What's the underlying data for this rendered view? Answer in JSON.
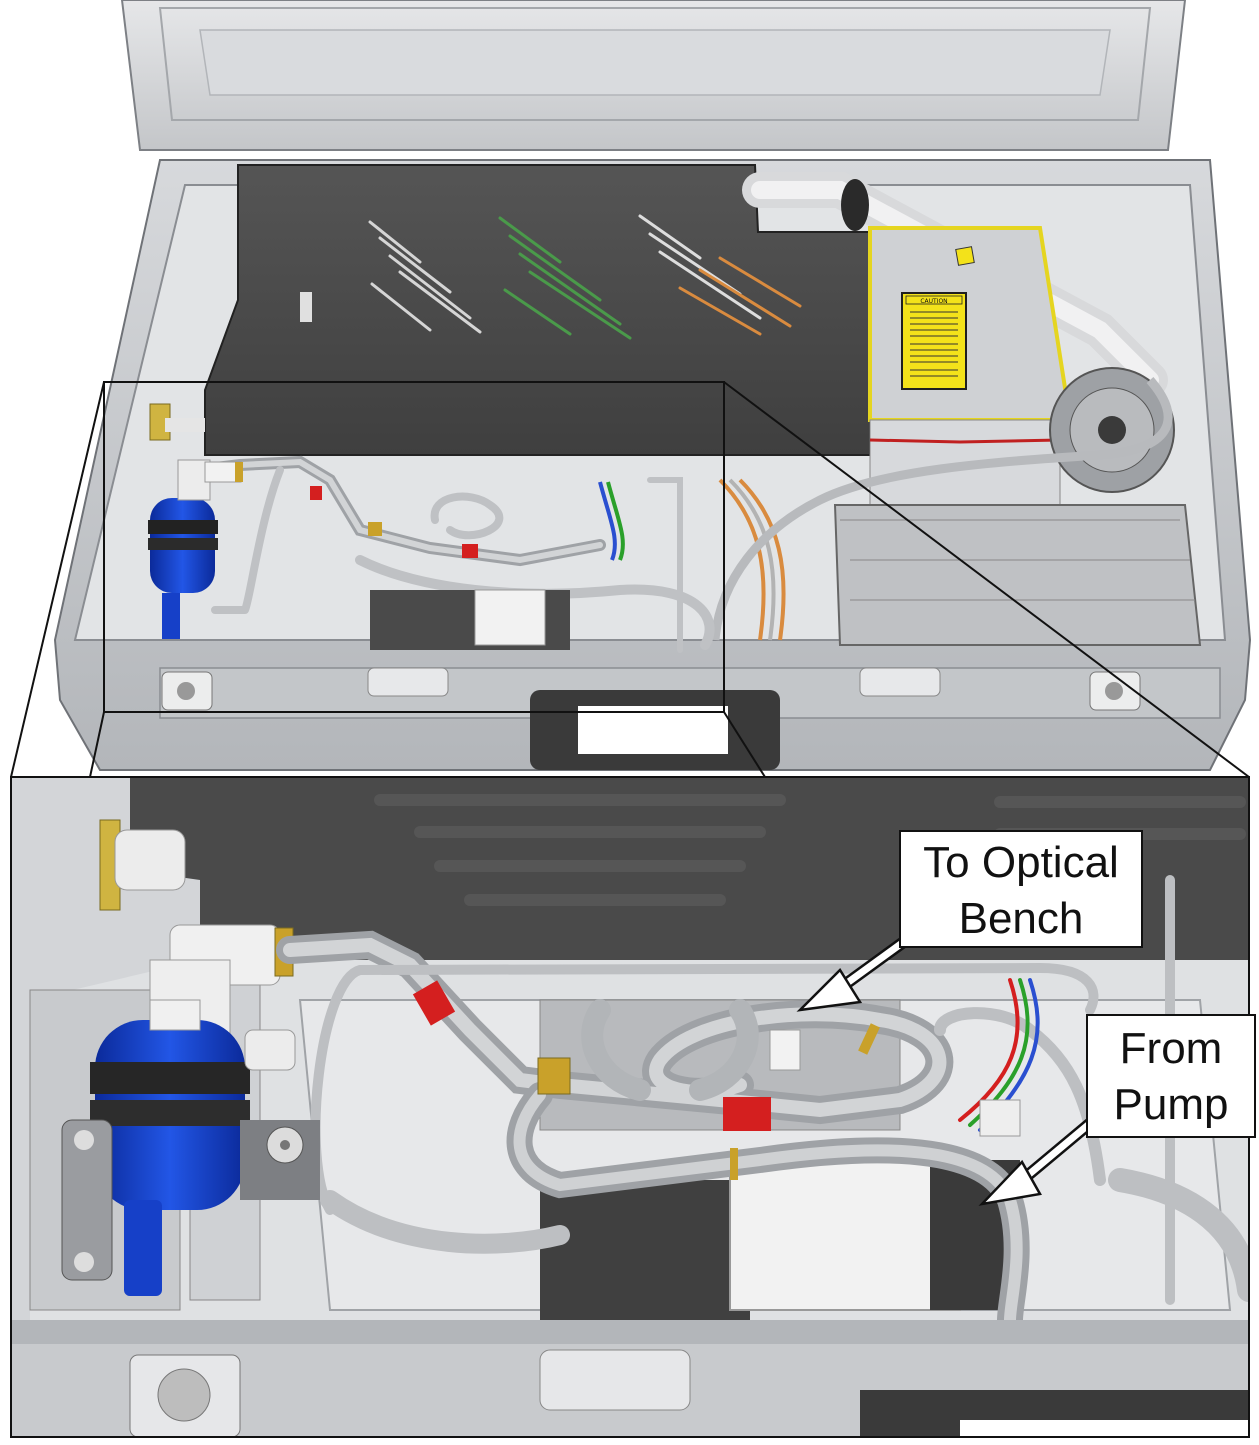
{
  "labels": {
    "to_optical_bench": {
      "line1": "To Optical",
      "line2": "Bench"
    },
    "from_pump": {
      "line1": "From",
      "line2": "Pump"
    },
    "caution_sticker": "CAUTION"
  },
  "colors": {
    "case_shell": "#c8cacd",
    "case_inner": "#dfe1e3",
    "electronics_cover": "#4a4a4a",
    "vent_green": "#3f8f3f",
    "vent_orange": "#d98b3f",
    "tube_grey": "#b8babd",
    "filter_blue": "#1640c8",
    "caution_yellow": "#f3e21a",
    "clamp_red": "#d41f1f",
    "clamp_brass": "#c9a12a",
    "outline": "#111111"
  },
  "icons": [
    "filter-icon",
    "fan-icon",
    "arrow-icon"
  ]
}
